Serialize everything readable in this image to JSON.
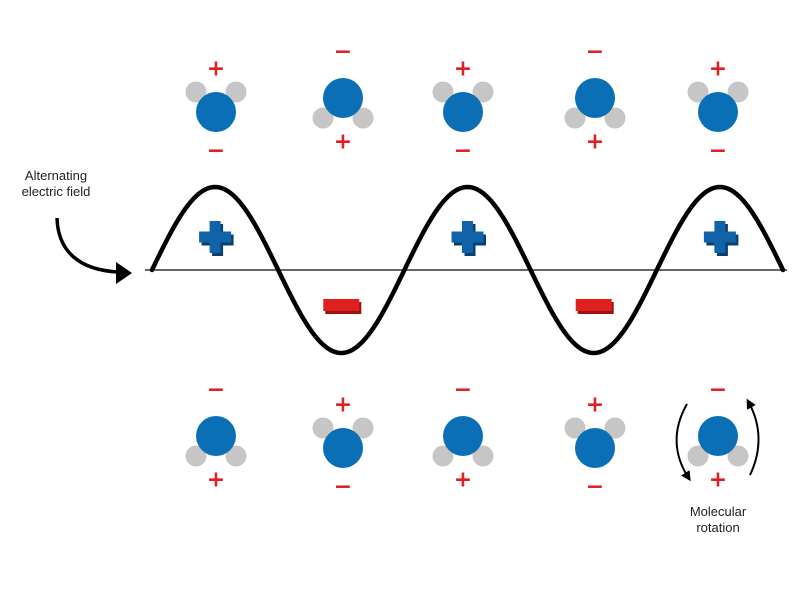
{
  "labels": {
    "field_line1": "Alternating",
    "field_line2": "electric field",
    "rotation_line1": "Molecular",
    "rotation_line2": "rotation"
  },
  "symbols": {
    "plus": "+",
    "minus": "−"
  },
  "colors": {
    "oxygen": "#0a6fb5",
    "hydrogen": "#c6c6c6",
    "sign": "#e01e25",
    "field_plus": "#1063a8",
    "field_minus": "#e0201f",
    "wave": "#000000",
    "axis": "#333333"
  },
  "wave": {
    "cycles": 2.5,
    "field_signs": [
      "+",
      "−",
      "+",
      "−",
      "+"
    ]
  },
  "molecules": {
    "top_row": [
      {
        "orientation": "hydrogens-up",
        "top_sign": "+",
        "bottom_sign": "−"
      },
      {
        "orientation": "hydrogens-down",
        "top_sign": "−",
        "bottom_sign": "+"
      },
      {
        "orientation": "hydrogens-up",
        "top_sign": "+",
        "bottom_sign": "−"
      },
      {
        "orientation": "hydrogens-down",
        "top_sign": "−",
        "bottom_sign": "+"
      },
      {
        "orientation": "hydrogens-up",
        "top_sign": "+",
        "bottom_sign": "−"
      }
    ],
    "bottom_row": [
      {
        "orientation": "hydrogens-down",
        "top_sign": "−",
        "bottom_sign": "+"
      },
      {
        "orientation": "hydrogens-up",
        "top_sign": "+",
        "bottom_sign": "−"
      },
      {
        "orientation": "hydrogens-down",
        "top_sign": "−",
        "bottom_sign": "+"
      },
      {
        "orientation": "hydrogens-up",
        "top_sign": "+",
        "bottom_sign": "−"
      },
      {
        "orientation": "hydrogens-down",
        "top_sign": "−",
        "bottom_sign": "+"
      }
    ]
  }
}
